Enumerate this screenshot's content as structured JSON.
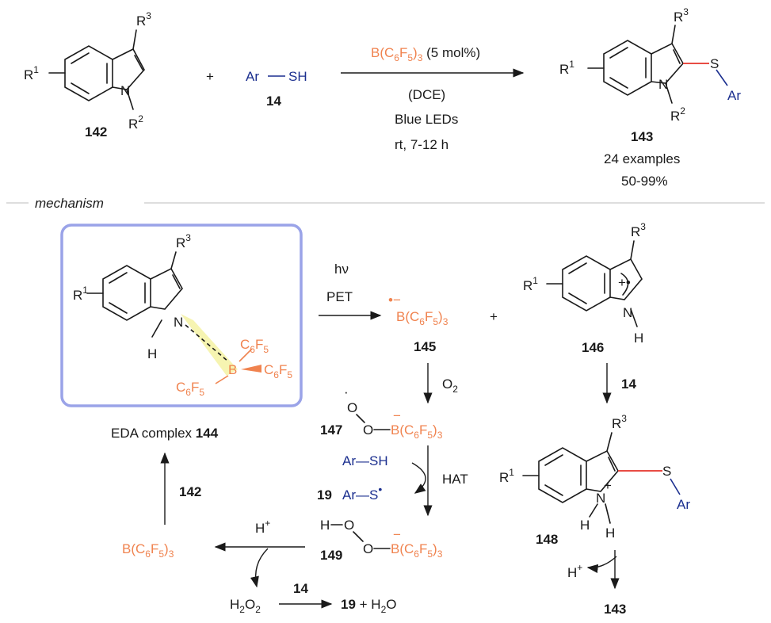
{
  "reaction": {
    "reactant_label": "142",
    "plus": "+",
    "reagent": {
      "ar": "Ar",
      "sh": "SH",
      "label": "14"
    },
    "catalyst": "B(C6F5)3 (5 mol%)",
    "solvent": "(DCE)",
    "light": "Blue LEDs",
    "conditions": "rt, 7-12 h",
    "product_label": "143",
    "examples": "24 examples",
    "yield": "50-99%"
  },
  "section": {
    "mechanism": "mechanism"
  },
  "mechanism": {
    "eda_label": "EDA complex",
    "eda_number": "144",
    "hv": "hν",
    "pet": "PET",
    "radical_anion": "B(C6F5)3",
    "radical_anion_label": "145",
    "plus": "+",
    "radical_cation_label": "146",
    "o2": "O2",
    "reagent_14": "14",
    "peroxy_label": "147",
    "hat": "HAT",
    "thiol": "Ar—SH",
    "thiyl_label": "19",
    "hydroperoxy_label": "149",
    "intermediate_label": "148",
    "proton": "H+",
    "borane": "B(C6F5)3",
    "cycle_label": "142",
    "h2o2": "H2O2",
    "reagent_14_b": "14",
    "byproduct": "19 + H2O",
    "final_label": "143"
  },
  "colors": {
    "boron": "#f0834f",
    "sulfur_group": "#1b2f8f",
    "cs_bond": "#e5332a",
    "box": "#9aa3e8",
    "highlight": "#f5f3a8"
  }
}
